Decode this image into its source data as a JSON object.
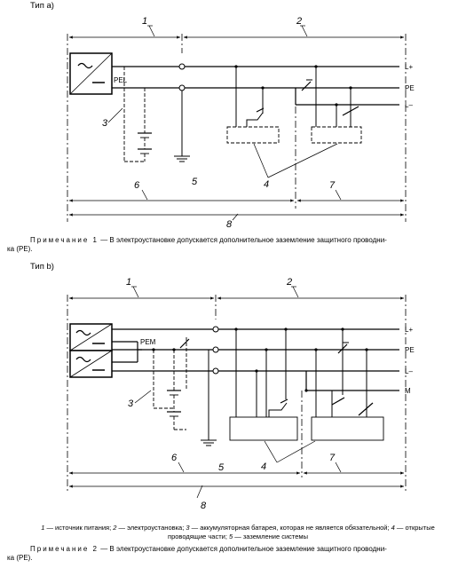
{
  "type_a": {
    "title": "Тип a)",
    "labels": {
      "l1": "1",
      "l2": "2",
      "l3": "3",
      "l4": "4",
      "l5": "5",
      "l6": "6",
      "l7": "7",
      "l8": "8"
    },
    "conductors": {
      "lplus": "L+",
      "pe": "PE",
      "lminus": "L–"
    },
    "pel": "PEL",
    "note_lead": "Примечание 1",
    "note_text": " — В электроустановке допускается дополнительное заземление защитного проводни-",
    "note_text2": "ка (PE)."
  },
  "type_b": {
    "title": "Тип b)",
    "labels": {
      "l1": "1",
      "l2": "2",
      "l3": "3",
      "l4": "4",
      "l5": "5",
      "l6": "6",
      "l7": "7",
      "l8": "8"
    },
    "conductors": {
      "lplus": "L+",
      "pe": "PE",
      "lminus": "L–",
      "m": "M"
    },
    "pem": "PEM",
    "note_lead": "Примечание 2",
    "note_text": " — В электроустановке допускается дополнительное заземление защитного проводни-",
    "note_text2": "ка (PE)."
  },
  "legend": {
    "n1": "1",
    "t1": " — источник питания; ",
    "n2": "2",
    "t2": " — электроустановка; ",
    "n3": "3",
    "t3": " — аккумуляторная батарея, которая не является обязательной; ",
    "n4": "4",
    "t4": " — открытые",
    "line2a": "проводящие части; ",
    "n5": "5",
    "t5": " — заземление системы"
  }
}
